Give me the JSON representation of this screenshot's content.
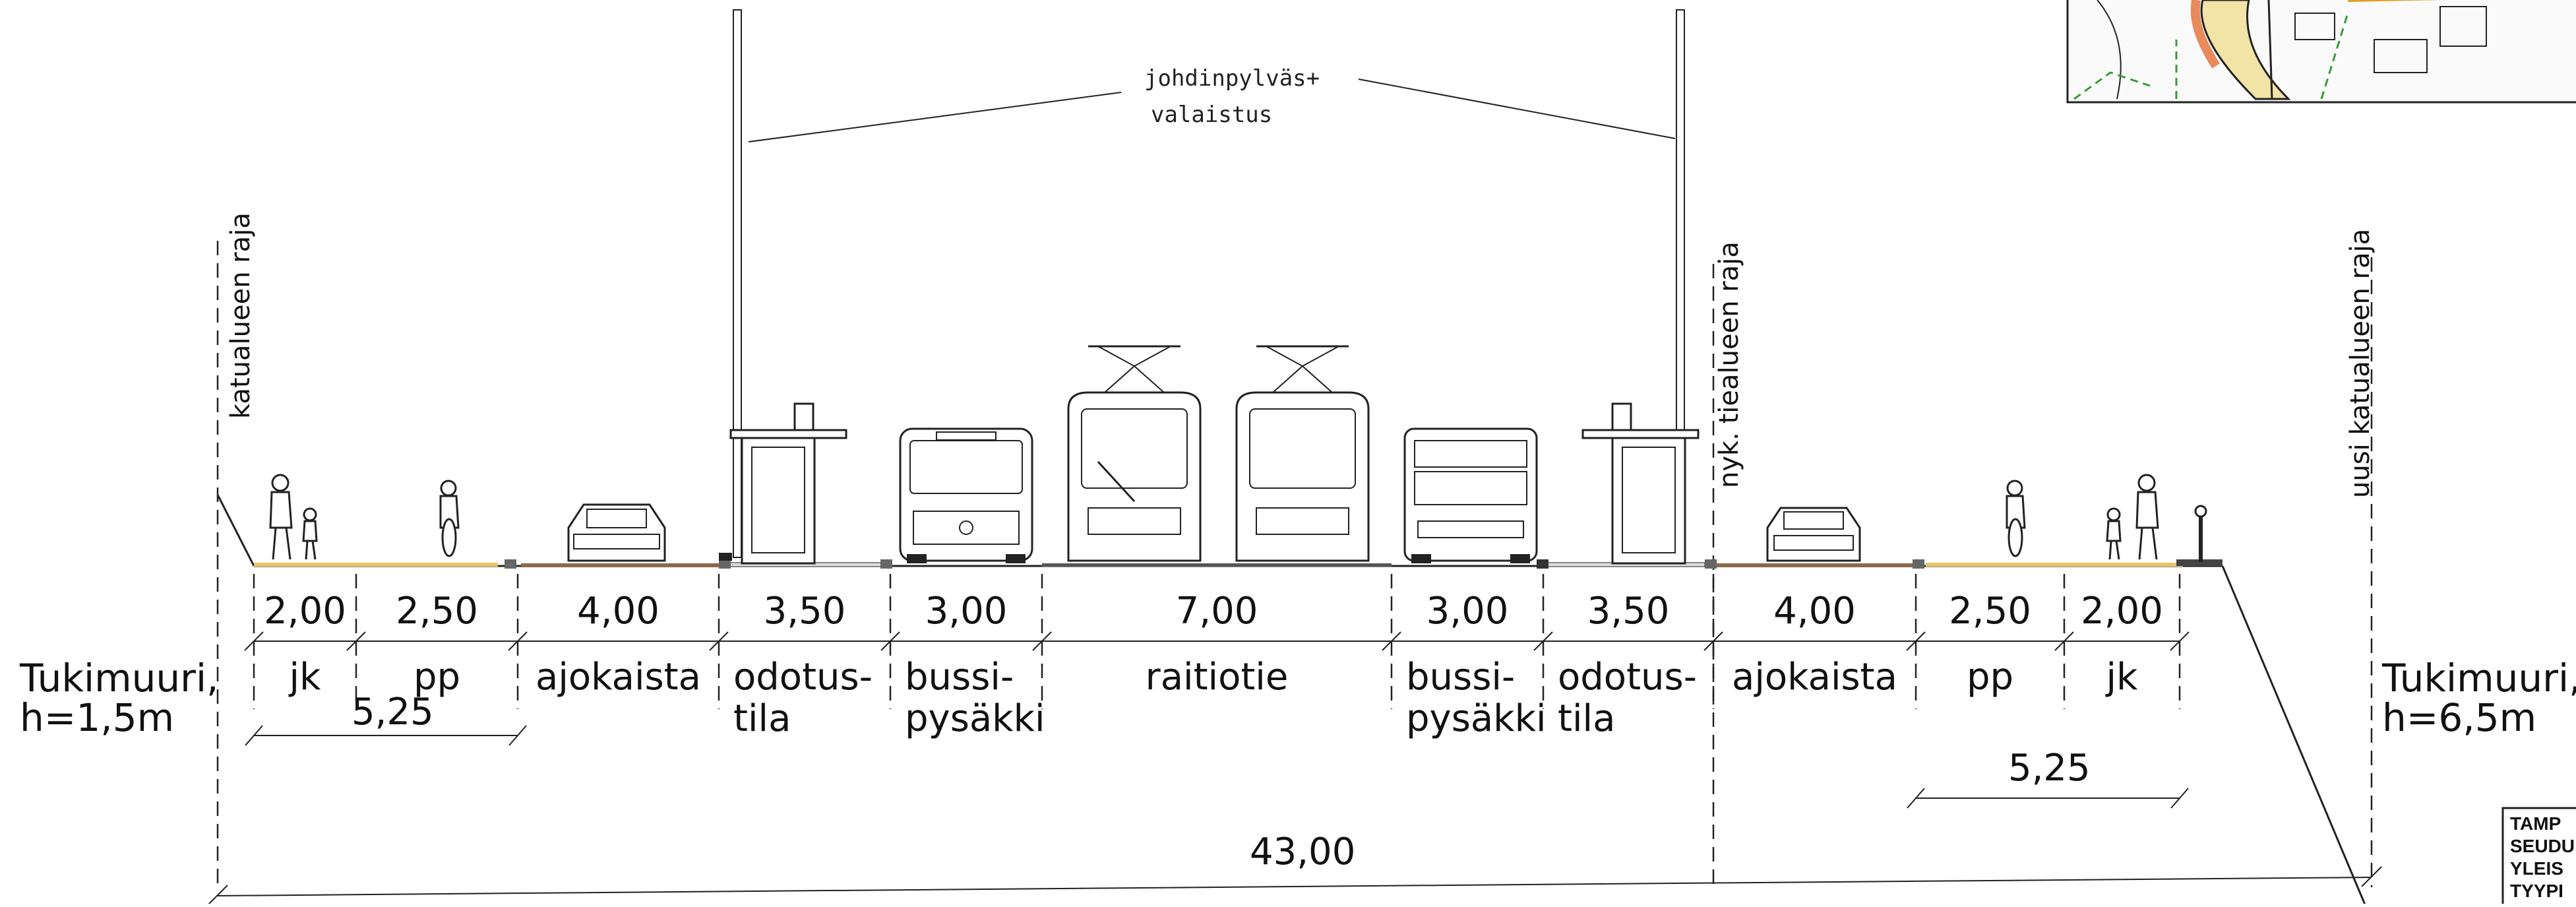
{
  "segments": [
    {
      "width": "2,00",
      "label": "jk"
    },
    {
      "width": "2,50",
      "label": "pp"
    },
    {
      "width": "4,00",
      "label": "ajokaista"
    },
    {
      "width": "3,50",
      "label": "odotus-",
      "label2": "tila"
    },
    {
      "width": "3,00",
      "label": "bussi-",
      "label2": "pysäkki"
    },
    {
      "width": "7,00",
      "label": "raitiotie"
    },
    {
      "width": "3,00",
      "label": "bussi-",
      "label2": "pysäkki"
    },
    {
      "width": "3,50",
      "label": "odotus-",
      "label2": "tila"
    },
    {
      "width": "4,00",
      "label": "ajokaista"
    },
    {
      "width": "2,50",
      "label": "pp"
    },
    {
      "width": "2,00",
      "label": "jk"
    }
  ],
  "left_subtotal": "5,25",
  "right_subtotal": "5,25",
  "total_width": "43,00",
  "left_wall": {
    "line1": "Tukimuuri,",
    "line2": "h=1,5m"
  },
  "right_wall": {
    "line1": "Tukimuuri,",
    "line2": "h=6,5m"
  },
  "pole_note": {
    "line1": "johdinpylväs+",
    "line2": "valaistus"
  },
  "boundary_labels": {
    "left": "katualueen raja",
    "middle": "nyk. tiealueen raja",
    "right": "uusi  katualueen raja"
  },
  "stamp_lines": [
    "TAMP",
    "SEUDU",
    "YLEIS",
    "TYYPI"
  ],
  "colors": {
    "sidewalk": "#e8c46a",
    "roadway": "#8a6a4a",
    "line": "#222222",
    "map_road": "#f2e3a6",
    "map_orange": "#e88a5a",
    "map_green": "#3a9a3a"
  }
}
